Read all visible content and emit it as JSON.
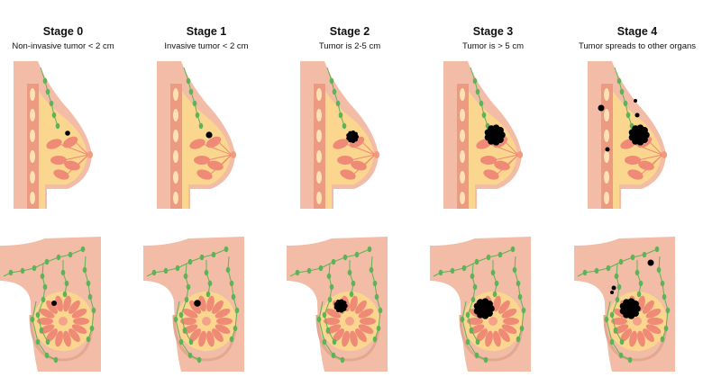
{
  "stages": [
    {
      "title": "Stage 0",
      "subtitle": "Non-invasive tumor < 2 cm"
    },
    {
      "title": "Stage 1",
      "subtitle": "Invasive tumor < 2 cm"
    },
    {
      "title": "Stage 2",
      "subtitle": "Tumor is 2-5 cm"
    },
    {
      "title": "Stage 3",
      "subtitle": "Tumor is > 5 cm"
    },
    {
      "title": "Stage 4",
      "subtitle": "Tumor spreads to other organs"
    }
  ],
  "colors": {
    "skin": "#f2bca6",
    "fat": "#fbd68f",
    "rib": "#ec9a82",
    "lobule": "#ee8a76",
    "node": "#5db357",
    "tumor": "#000000"
  }
}
